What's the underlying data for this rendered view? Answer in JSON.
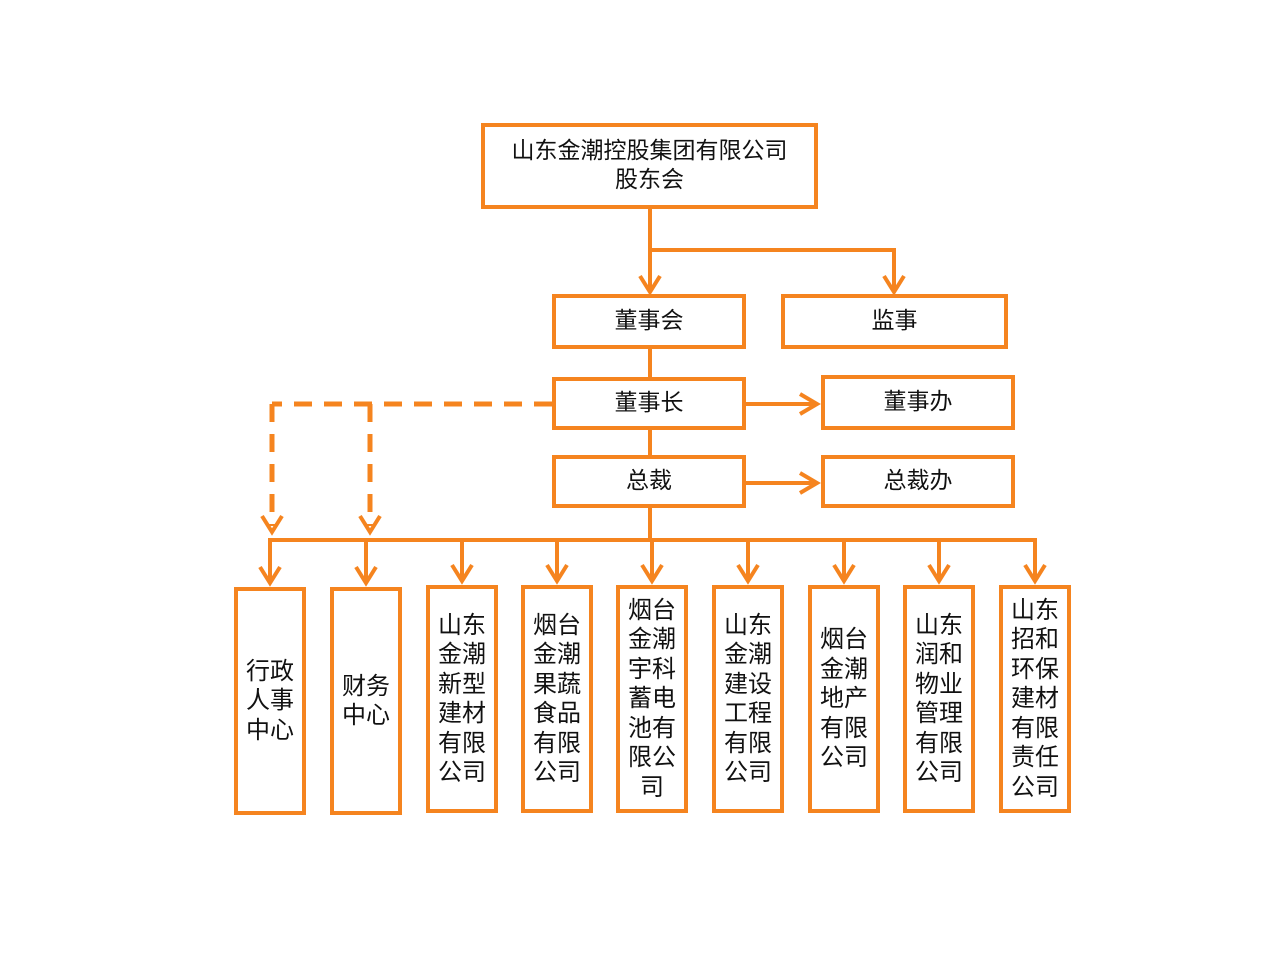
{
  "colors": {
    "accent": "#f5841f",
    "text": "#111111",
    "background": "#ffffff"
  },
  "nodes": {
    "shareholders": {
      "line1": "山东金潮控股集团有限公司",
      "line2": "股东会"
    },
    "board": "董事会",
    "supervisor": "监事",
    "chairman": "董事长",
    "chairman_office": "董事办",
    "president": "总裁",
    "president_office": "总裁办",
    "departments": [
      "行政人事中心",
      "财务中心",
      "山东金潮新型建材有限公司",
      "烟台金潮果蔬食品有限公司",
      "烟台金潮宇科蓄电池有限公司",
      "山东金潮建设工程有限公司",
      "烟台金潮地产有限公司",
      "山东润和物业管理有限公司",
      "山东招和环保建材有限责任公司"
    ]
  }
}
